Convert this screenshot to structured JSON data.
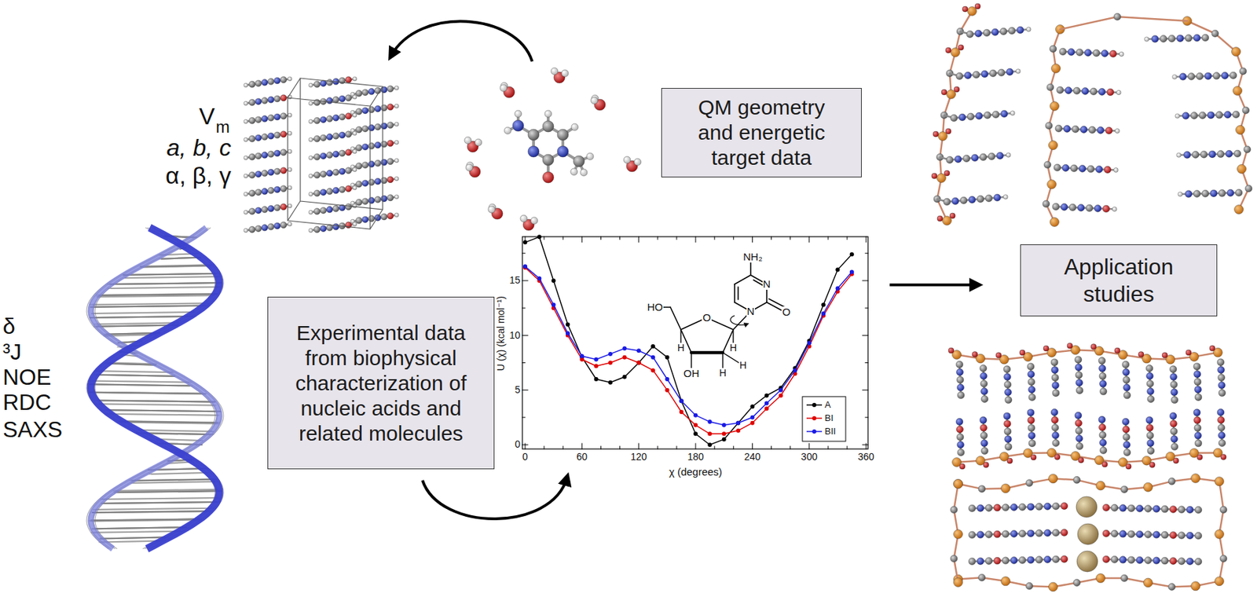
{
  "diagram": {
    "nodes": [
      {
        "text": [
          "QM geometry and energetic target data"
        ]
      },
      {
        "text": [
          "Experimental data from biophysical characterization of nucleic acids and related molecules"
        ]
      },
      {
        "text": [
          "Application studies"
        ]
      }
    ],
    "labels": [
      "V",
      "m",
      "a, b, c",
      "α, β, γ",
      "δ",
      "³J",
      "NOE",
      "RDC",
      "SAXS",
      "U (χ) (kcal mol⁻¹)",
      "0",
      "5",
      "10",
      "15",
      "0",
      "60",
      "120",
      "180",
      "240",
      "300",
      "360",
      "χ (degrees)",
      "NH₂",
      "N",
      "N",
      "O",
      "HO",
      "O",
      "OH",
      "H",
      "H",
      "H",
      "H"
    ],
    "legend": [
      {
        "text": "A",
        "color": "#000000"
      },
      {
        "text": "BI",
        "color": "#e00000"
      },
      {
        "text": "BII",
        "color": "#1a1ae6"
      }
    ]
  }
}
